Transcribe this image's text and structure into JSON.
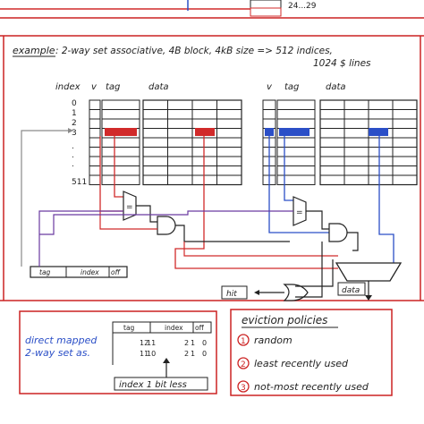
{
  "top_fragment": {
    "label": "24...29"
  },
  "example": {
    "prefix": "example",
    "text": ": 2-way set associative, 4B block, 4kB size => 512 indices,",
    "text2": "1024 $ lines"
  },
  "way_headers": {
    "index": "index",
    "v": "v",
    "tag": "tag",
    "data": "data",
    "v2": "v",
    "tag2": "tag",
    "data2": "data"
  },
  "index_labels": [
    "0",
    "1",
    "2",
    "3",
    ".",
    ".",
    ".",
    "511"
  ],
  "comparator_label": "=",
  "address": {
    "tag": "tag",
    "index": "index",
    "off": "off"
  },
  "hit_label": "hit",
  "data_out_label": "data",
  "table": {
    "rows": [
      {
        "name": "direct mapped",
        "tag_bits": "12",
        "tag_bits_2": "11",
        "index_bits": "2",
        "index_bits_2": "1",
        "off": "0"
      },
      {
        "name": "2-way set as.",
        "tag_bits": "11",
        "tag_bits_2": "10",
        "index_bits": "2",
        "index_bits_2": "1",
        "off": "0"
      }
    ],
    "headers": {
      "tag": "tag",
      "index": "index",
      "off": "off"
    },
    "note": "index 1 bit less"
  },
  "eviction": {
    "title": "eviction policies",
    "items": [
      {
        "num": "1",
        "label": "random"
      },
      {
        "num": "2",
        "label": "least recently used"
      },
      {
        "num": "3",
        "label": "not-most recently used"
      }
    ]
  },
  "colors": {
    "frame": "#cc2222",
    "way1": "#d12a2a",
    "way2": "#2b4fc7",
    "ink": "#222222",
    "purple": "#6a3aa0",
    "gray": "#8a8a8a"
  }
}
